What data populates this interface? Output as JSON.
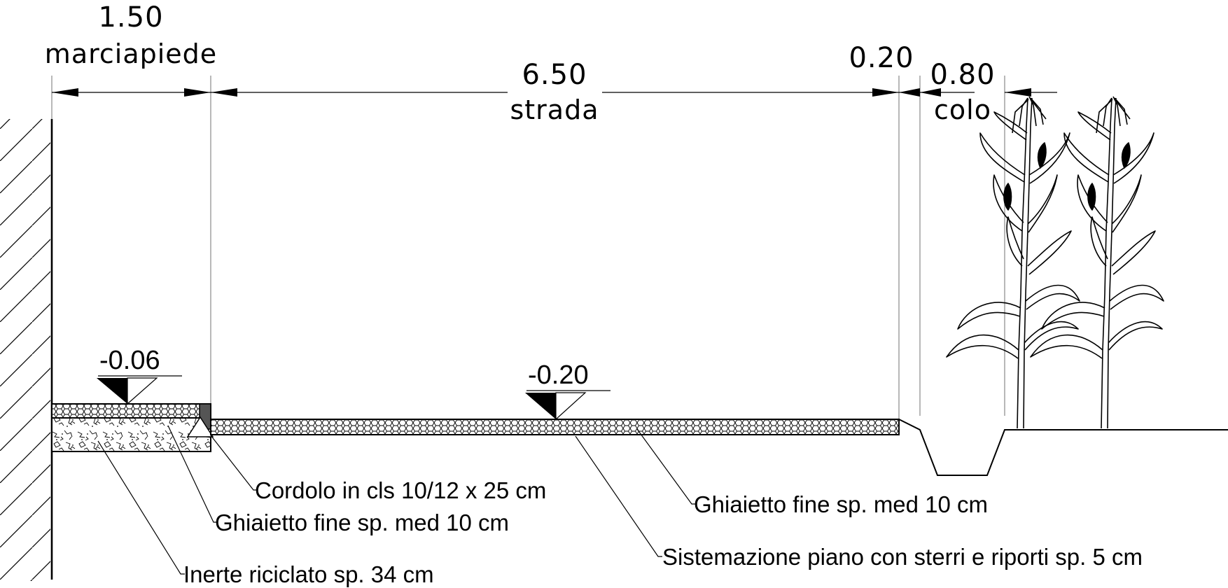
{
  "dimensions": [
    {
      "value": "1.50",
      "label": "marciapiede"
    },
    {
      "value": "6.50",
      "label": "strada"
    },
    {
      "value": "0.20",
      "label": ""
    },
    {
      "value": "0.80",
      "label": "colo"
    }
  ],
  "elevations": {
    "sidewalk": "-0.06",
    "road": "-0.20"
  },
  "callouts": {
    "cordolo": "Cordolo in cls 10/12 x 25 cm",
    "ghiaietto_sidewalk": "Ghiaietto fine sp. med 10 cm",
    "inerte": "Inerte riciclato sp. 34 cm",
    "ghiaietto_road": "Ghiaietto fine sp. med 10 cm",
    "sistemazione": "Sistemazione piano con sterri e riporti sp. 5 cm"
  }
}
